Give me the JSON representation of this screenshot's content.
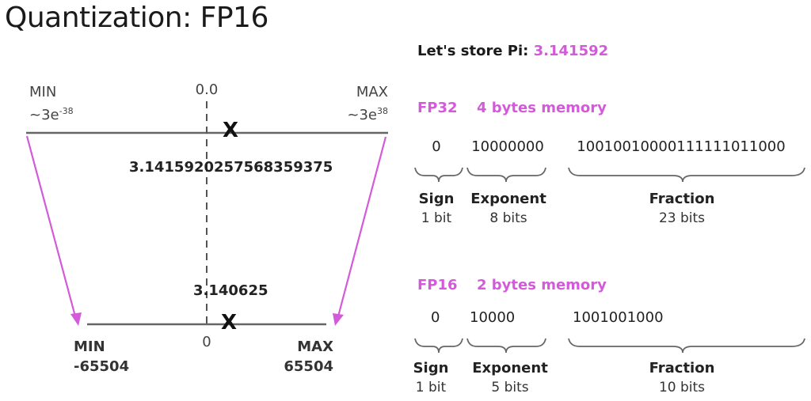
{
  "title": "Quantization: FP16",
  "colors": {
    "accent": "#d35ad8",
    "line": "#555555",
    "text": "#222222"
  },
  "number_line": {
    "fp32": {
      "min_label": "MIN",
      "min_value_base": "~3e",
      "min_value_exp": "-38",
      "zero_label": "0.0",
      "max_label": "MAX",
      "max_value_base": "~3e",
      "max_value_exp": "38",
      "stored_value": "3.1415920257568359375",
      "marker": "X"
    },
    "fp16": {
      "min_label": "MIN",
      "min_value": "-65504",
      "zero_label": "0",
      "max_label": "MAX",
      "max_value": "65504",
      "stored_value": "3.140625",
      "marker": "X"
    }
  },
  "store": {
    "prefix": "Let's store Pi: ",
    "value": "3.141592"
  },
  "formats": [
    {
      "name": "FP32",
      "memory": "4 bytes memory",
      "sign_bits": "0",
      "exponent_bits": "10000000",
      "fraction_bits": "10010010000111111011000",
      "sign_label": "Sign",
      "sign_size": "1 bit",
      "exponent_label": "Exponent",
      "exponent_size": "8 bits",
      "fraction_label": "Fraction",
      "fraction_size": "23 bits"
    },
    {
      "name": "FP16",
      "memory": "2 bytes memory",
      "sign_bits": "0",
      "exponent_bits": "10000",
      "fraction_bits": "1001001000",
      "sign_label": "Sign",
      "sign_size": "1 bit",
      "exponent_label": "Exponent",
      "exponent_size": "5 bits",
      "fraction_label": "Fraction",
      "fraction_size": "10 bits"
    }
  ]
}
